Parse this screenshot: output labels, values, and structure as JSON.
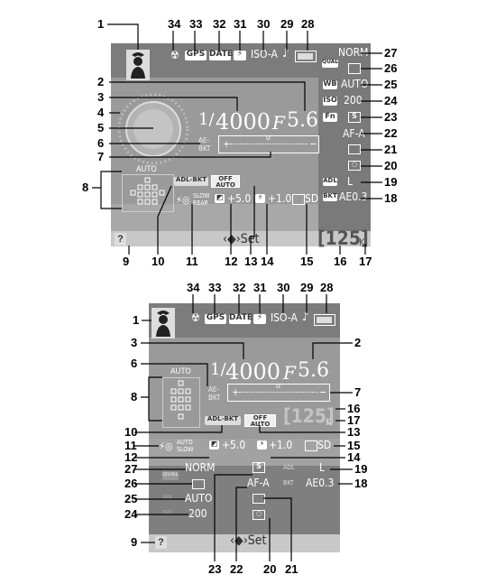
{
  "top": {
    "shutter_fraction": "1/",
    "shutter_value": "4000",
    "aperture_f": "F",
    "aperture_value": "5.6",
    "ae_bkt_top": "AE-",
    "ae_bkt_bottom": "BKT",
    "af_area_label": "AUTO",
    "iso": "ISO-A",
    "gps": "GPS",
    "date": "DATE",
    "norm": "NORM",
    "qual": "QUAL",
    "wb_tag": "WB",
    "wb_value": "AUTO",
    "iso_tag": "ISO",
    "iso_value": "200",
    "fn_tag": "Fn",
    "s_tag": "S",
    "af_mode": "AF-A",
    "adl_tag": "ADL",
    "adl_value": "L",
    "bkt_tag": "BKT",
    "bkt_value": "AE0.3",
    "adl_bkt": "ADL-BKT",
    "off_auto": "OFF AUTO",
    "flash_mode_top": "SLOW",
    "flash_mode_bottom": "REAR",
    "exp_comp": "+5.0",
    "flash_comp": "+1.0",
    "sd": "SD",
    "frames": "[125]",
    "k": "K",
    "set": "Set",
    "help": "?",
    "callouts": [
      "1",
      "34",
      "33",
      "32",
      "31",
      "30",
      "29",
      "28",
      "27",
      "26",
      "25",
      "24",
      "23",
      "22",
      "21",
      "20",
      "19",
      "18",
      "17",
      "16",
      "15",
      "14",
      "13",
      "12",
      "11",
      "10",
      "9",
      "8",
      "7",
      "6",
      "5",
      "4",
      "3",
      "2"
    ]
  },
  "bottom": {
    "shutter_fraction": "1/",
    "shutter_value": "4000",
    "aperture_f": "F",
    "aperture_value": "5.6",
    "ae_bkt_top": "AE-",
    "ae_bkt_bottom": "BKT",
    "af_area_label": "AUTO",
    "iso": "ISO-A",
    "gps": "GPS",
    "date": "DATE",
    "adl_bkt": "ADL-BKT",
    "off_auto": "OFF AUTO",
    "frames": "[125]",
    "k": "K",
    "flash_mode_top": "AUTO",
    "flash_mode_bottom": "SLOW",
    "exp_comp": "+5.0",
    "flash_comp": "+1.0",
    "sd": "SD",
    "norm": "NORM",
    "qual": "QUAL",
    "s_tag": "S",
    "adl_tag": "ADL",
    "adl_value": "L",
    "af_mode": "AF-A",
    "bkt_tag": "BKT",
    "bkt_value": "AE0.3",
    "wb_tag": "WB",
    "wb_value": "AUTO",
    "iso_tag": "ISO",
    "iso_value": "200",
    "set": "Set",
    "help": "?"
  },
  "callouts_top": {
    "n1": "1",
    "n34": "34",
    "n33": "33",
    "n32": "32",
    "n31": "31",
    "n30": "30",
    "n29": "29",
    "n28": "28",
    "n27": "27",
    "n26": "26",
    "n25": "25",
    "n24": "24",
    "n23": "23",
    "n22": "22",
    "n21": "21",
    "n20": "20",
    "n19": "19",
    "n18": "18",
    "n17": "17",
    "n16": "16",
    "n15": "15",
    "n14": "14",
    "n13": "13",
    "n12": "12",
    "n11": "11",
    "n10": "10",
    "n9": "9",
    "n8": "8",
    "n7": "7",
    "n6": "6",
    "n5": "5",
    "n4": "4",
    "n3": "3",
    "n2": "2"
  },
  "callouts_bottom": {
    "n34": "34",
    "n33": "33",
    "n32": "32",
    "n31": "31",
    "n30": "30",
    "n29": "29",
    "n28": "28",
    "n1": "1",
    "n3": "3",
    "n2": "2",
    "n6": "6",
    "n7": "7",
    "n8": "8",
    "n16": "16",
    "n17": "17",
    "n10": "10",
    "n13": "13",
    "n11": "11",
    "n15": "15",
    "n12": "12",
    "n14": "14",
    "n27": "27",
    "n19": "19",
    "n26": "26",
    "n18": "18",
    "n25": "25",
    "n24": "24",
    "n9": "9",
    "n23": "23",
    "n22": "22",
    "n20": "20",
    "n21": "21"
  }
}
